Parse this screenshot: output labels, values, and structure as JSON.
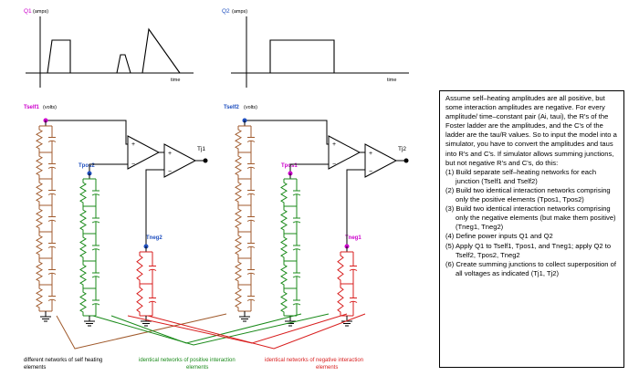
{
  "graphs": {
    "q1": {
      "label": "Q1",
      "unit": "(amps)",
      "xlabel": "time"
    },
    "q2": {
      "label": "Q2",
      "unit": "(amps)",
      "xlabel": "time"
    }
  },
  "nodes": {
    "tself1": "Tself1",
    "tself1_unit": "(volts)",
    "tself2": "Tself2",
    "tself2_unit": "(volts)",
    "tpos2": "Tpos2",
    "tpos1": "Tpos1",
    "tneg2": "Tneg2",
    "tneg1": "Tneg1",
    "tj1": "Tj1",
    "tj2": "Tj2",
    "plus": "+",
    "minus": "−"
  },
  "captions": {
    "self_line1": "different networks of self heating",
    "self_line2": "elements",
    "pos_line1": "identical networks of positive interaction",
    "pos_line2": "elements",
    "neg_line1": "identical networks of negative interaction",
    "neg_line2": "elements"
  },
  "notes": {
    "intro": "Assume self–heating amplitudes are all positive, but some interaction amplitudes are negative. For every amplitude/ time–constant pair (Ai, taui), the R's of the Foster ladder are the amplitudes, and the C's of the ladder are the tau/R values. So to input the model into a simulator, you have to convert the amplitudes and taus into R's and C's. If simulator allows summing junctions, but not negative R's and C's, do this:",
    "steps": [
      "(1) Build separate self–heating networks for each junction (Tself1 and Tself2)",
      "(2) Build two identical interaction networks comprising only the positive elements (Tpos1, Tpos2)",
      "(3) Build two identical interaction networks comprising only the negative elements (but make them positive) (Tneg1, Tneg2)",
      "(4) Define power inputs Q1 and Q2",
      "(5) Apply Q1 to Tself1, Tpos1, and Tneg1; apply Q2 to Tself2, Tpos2, Tneg2",
      "(6) Create summing junctions to collect superposition of all voltages as indicated (Tj1, Tj2)"
    ]
  },
  "colors": {
    "label_magenta": "#cc00cc",
    "label_blue": "#1f4fbf",
    "self_net": "#a05a2c",
    "pos_net": "#1a8a1a",
    "neg_net": "#d81e1e",
    "wire": "#000000"
  }
}
